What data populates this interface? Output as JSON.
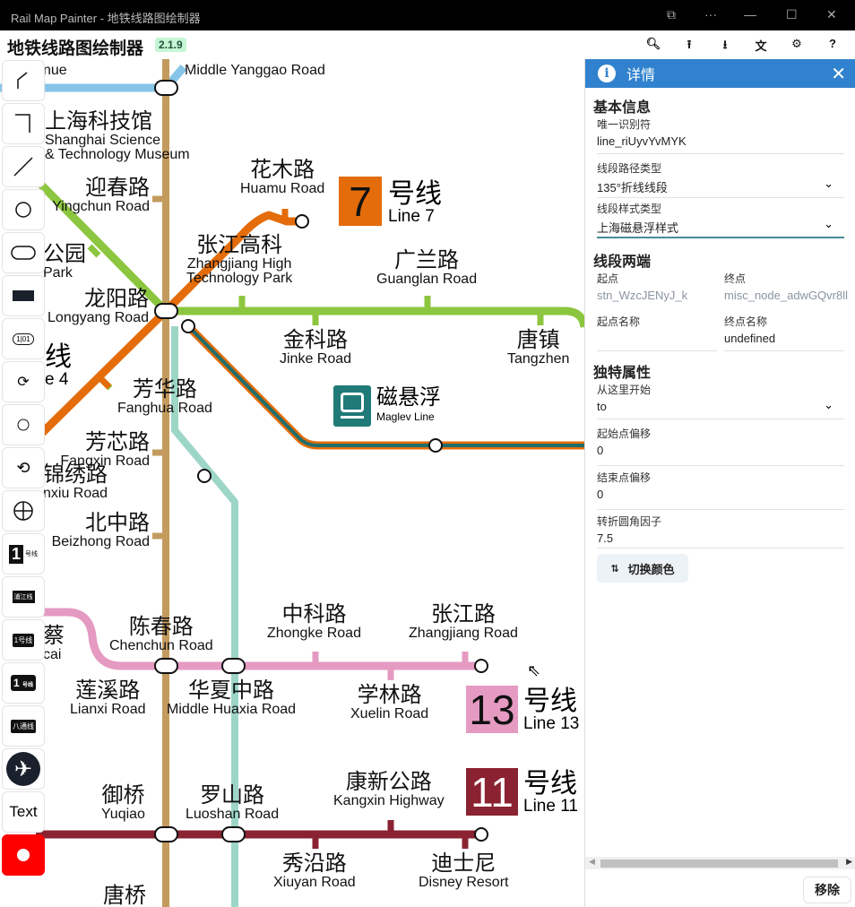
{
  "window": {
    "title": "Rail Map Painter - 地铁线路图绘制器"
  },
  "app": {
    "title": "地铁线路图绘制器",
    "version": "2.1.9",
    "toolbar": [
      "search-icon",
      "upload-icon",
      "download-icon",
      "translate-icon",
      "settings-icon",
      "help-icon"
    ]
  },
  "tools": [
    {
      "name": "135-diagonal-line-tool",
      "icon": "bend-line"
    },
    {
      "name": "90-perpendicular-line-tool",
      "icon": "corner-line"
    },
    {
      "name": "straight-line-tool",
      "icon": "diagonal-line"
    },
    {
      "name": "circle-station-tool",
      "icon": "circle"
    },
    {
      "name": "pill-station-tool",
      "icon": "pill"
    },
    {
      "name": "rect-station-tool",
      "icon": "rect"
    },
    {
      "name": "gzmtr-station-tool",
      "icon": "1|01"
    },
    {
      "name": "gzmtr-interchange-tool",
      "icon": "swap"
    },
    {
      "name": "small-circle-station-tool",
      "icon": "small-circle"
    },
    {
      "name": "loop-station-tool",
      "icon": "loop"
    },
    {
      "name": "crosshair-station-tool",
      "icon": "crosshair"
    },
    {
      "name": "line-badge-tool",
      "icon": "line-1"
    },
    {
      "name": "pujiang-badge-tool",
      "icon": "pujiang"
    },
    {
      "name": "line1-badge-tool",
      "icon": "1号线"
    },
    {
      "name": "line1-rounded-badge-tool",
      "icon": "1 号线"
    },
    {
      "name": "batong-badge-tool",
      "icon": "八通线"
    },
    {
      "name": "airport-tool",
      "icon": "airplane"
    },
    {
      "name": "text-tool",
      "label": "Text"
    },
    {
      "name": "record-tool",
      "icon": "record"
    }
  ],
  "map": {
    "stations": [
      {
        "zh": "",
        "en": "nue"
      },
      {
        "zh": "",
        "en": "Middle Yanggao Road"
      },
      {
        "zh": "上海科技馆",
        "en": "Shanghai Science\n& Technology Museum"
      },
      {
        "zh": "迎春路",
        "en": "Yingchun Road"
      },
      {
        "zh": "花木路",
        "en": "Huamu Road"
      },
      {
        "zh": "公园",
        "en": "Park"
      },
      {
        "zh": "张江高科",
        "en": "Zhangjiang High\nTechnology Park"
      },
      {
        "zh": "广兰路",
        "en": "Guanglan Road"
      },
      {
        "zh": "龙阳路",
        "en": "Longyang Road"
      },
      {
        "zh": "金科路",
        "en": "Jinke Road"
      },
      {
        "zh": "唐镇",
        "en": "Tangzhen"
      },
      {
        "zh": "芳华路",
        "en": "Fanghua Road"
      },
      {
        "zh": "芳芯路",
        "en": "Fangxin Road"
      },
      {
        "zh": "锦绣路",
        "en": "nxiu Road"
      },
      {
        "zh": "北中路",
        "en": "Beizhong Road"
      },
      {
        "zh": "陈春路",
        "en": "Chenchun Road"
      },
      {
        "zh": "中科路",
        "en": "Zhongke Road"
      },
      {
        "zh": "张江路",
        "en": "Zhangjiang Road"
      },
      {
        "zh": "蔡",
        "en": "cai"
      },
      {
        "zh": "莲溪路",
        "en": "Lianxi Road"
      },
      {
        "zh": "华夏中路",
        "en": "Middle Huaxia Road"
      },
      {
        "zh": "学林路",
        "en": "Xuelin Road"
      },
      {
        "zh": "御桥",
        "en": "Yuqiao"
      },
      {
        "zh": "罗山路",
        "en": "Luoshan Road"
      },
      {
        "zh": "康新公路",
        "en": "Kangxin Highway"
      },
      {
        "zh": "秀沿路",
        "en": "Xiuyan Road"
      },
      {
        "zh": "迪士尼",
        "en": "Disney Resort"
      },
      {
        "zh": "唐桥",
        "en": ""
      }
    ],
    "badges": [
      {
        "num": "7",
        "zh": "号线",
        "en": "Line 7",
        "color": "#e46c0a"
      },
      {
        "num": "13",
        "zh": "号线",
        "en": "Line 13",
        "color": "#e59ac2"
      },
      {
        "num": "11",
        "zh": "号线",
        "en": "Line 11",
        "color": "#8a2232"
      },
      {
        "num": "4",
        "zh": "线",
        "en": "e 4",
        "color": "#e46c0a"
      }
    ],
    "maglev": {
      "zh": "磁悬浮",
      "en": "Maglev Line",
      "color": "#1f7a78"
    },
    "colors": {
      "line2": "#8cc63f",
      "line7": "#e46c0a",
      "line16": "#c39b5e",
      "lineTeal": "#9dd6c6",
      "line13": "#e59ac2",
      "line11": "#8a2232",
      "lineBlue": "#87c5e8",
      "maglev": "#1f6e6c"
    }
  },
  "panel": {
    "title": "详情",
    "basic": {
      "heading": "基本信息",
      "id_label": "唯一识别符",
      "id_value": "line_riUyvYvMYK",
      "path_label": "线段路径类型",
      "path_value": "135°折线线段",
      "style_label": "线段样式类型",
      "style_value": "上海磁悬浮样式"
    },
    "ends": {
      "heading": "线段两端",
      "from_label": "起点",
      "from_value": "stn_WzcJENyJ_k",
      "to_label": "终点",
      "to_value": "misc_node_adwGQvr8ll",
      "from_name_label": "起点名称",
      "from_name_value": "",
      "to_name_label": "终点名称",
      "to_name_value": "undefined"
    },
    "attrs": {
      "heading": "独特属性",
      "start_from_label": "从这里开始",
      "start_from_value": "to",
      "start_offset_label": "起始点偏移",
      "start_offset_value": "0",
      "end_offset_label": "结束点偏移",
      "end_offset_value": "0",
      "round_label": "转折圆角因子",
      "round_value": "7.5"
    },
    "swap_label": "切换颜色",
    "remove_label": "移除"
  }
}
